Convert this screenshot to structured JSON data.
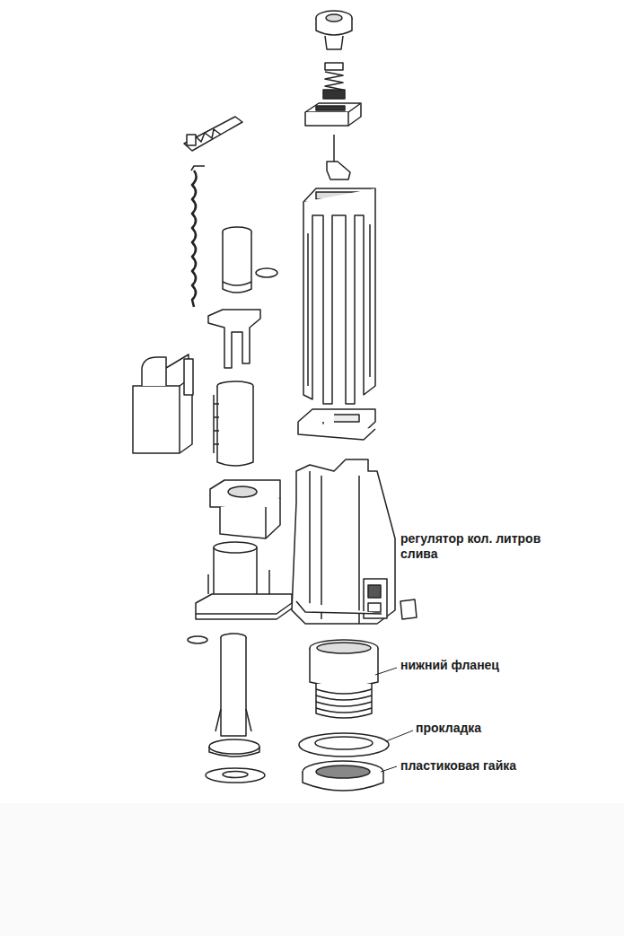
{
  "diagram": {
    "labels": [
      "регулятор кол. литров слива",
      "нижний фланец",
      "прокладка",
      "пластиковая гайка"
    ]
  }
}
